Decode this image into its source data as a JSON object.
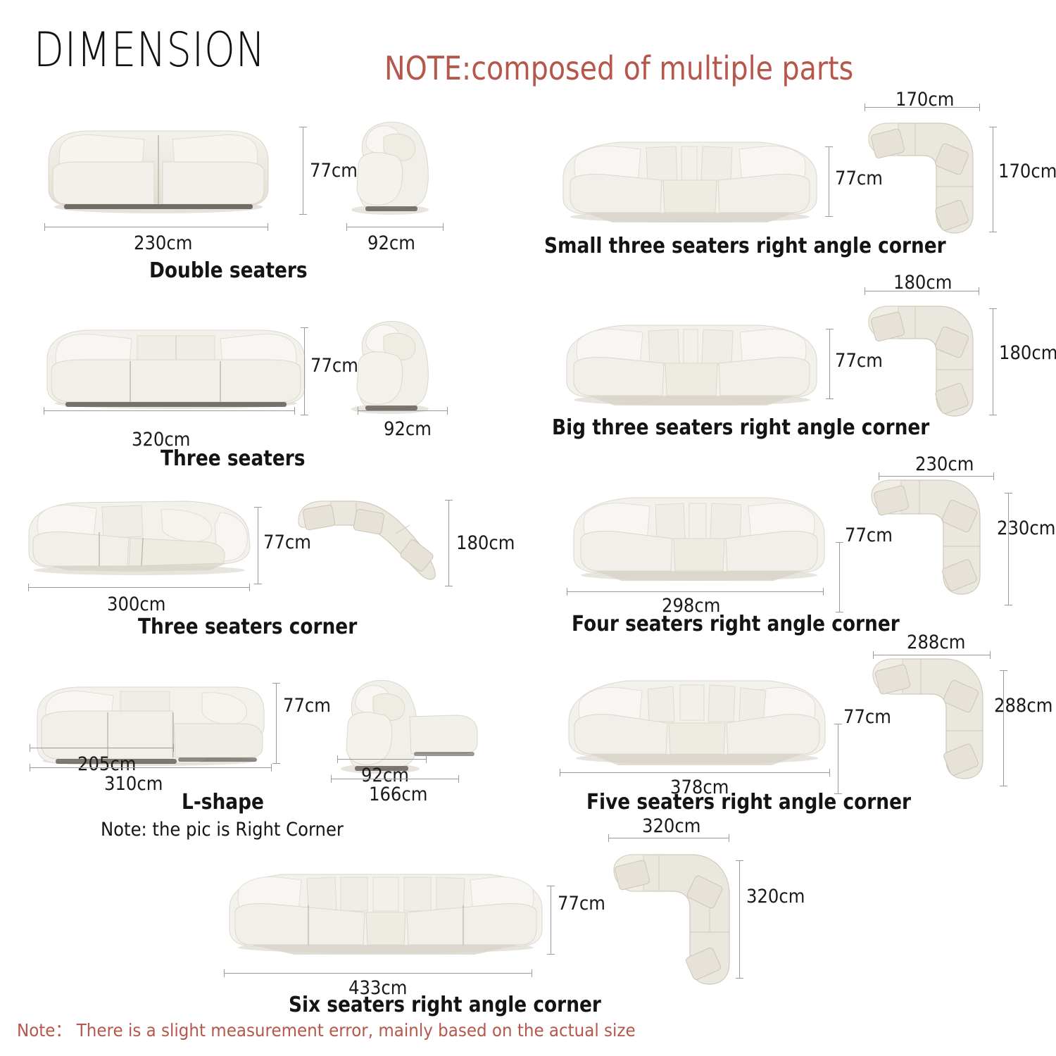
{
  "header": {
    "title": "DIMENSION",
    "note": "NOTE:composed of multiple parts"
  },
  "footer": {
    "note": "Note： There is a slight measurement error, mainly based on the actual size"
  },
  "colors": {
    "note_red": "#b5574b",
    "text_black": "#141414",
    "rule_gray": "#9a9a9a",
    "sofa_fabric": "#EDEAE2",
    "sofa_shadow": "#D8D3C7",
    "background": "#ffffff"
  },
  "products": [
    {
      "id": "double-seaters",
      "caption": "Double seaters",
      "front_width": "230cm",
      "height": "77cm",
      "side_depth": "92cm"
    },
    {
      "id": "small-three-seaters-right-angle-corner",
      "caption": "Small three seaters right angle corner",
      "height": "77cm",
      "top_width": "170cm",
      "top_depth": "170cm"
    },
    {
      "id": "three-seaters",
      "caption": "Three seaters",
      "front_width": "320cm",
      "height": "77cm",
      "side_depth": "92cm"
    },
    {
      "id": "big-three-seaters-right-angle-corner",
      "caption": "Big three seaters right angle corner",
      "height": "77cm",
      "top_width": "180cm",
      "top_depth": "180cm"
    },
    {
      "id": "three-seaters-corner",
      "caption": "Three seaters corner",
      "front_width": "300cm",
      "height": "77cm",
      "top_depth": "180cm"
    },
    {
      "id": "four-seaters-right-angle-corner",
      "caption": "Four seaters right angle corner",
      "front_width": "298cm",
      "height": "77cm",
      "top_width": "230cm",
      "top_depth": "230cm"
    },
    {
      "id": "l-shape",
      "caption": "L-shape",
      "subnote": "Note: the pic is Right Corner",
      "front_width_seat": "205cm",
      "front_width_total": "310cm",
      "height": "77cm",
      "side_depth": "92cm",
      "side_depth_total": "166cm"
    },
    {
      "id": "five-seaters-right-angle-corner",
      "caption": "Five seaters right angle corner",
      "front_width": "378cm",
      "height": "77cm",
      "top_width": "288cm",
      "top_depth": "288cm"
    },
    {
      "id": "six-seaters-right-angle-corner",
      "caption": "Six seaters right angle corner",
      "front_width": "433cm",
      "height": "77cm",
      "top_width": "320cm",
      "top_depth": "320cm"
    }
  ]
}
